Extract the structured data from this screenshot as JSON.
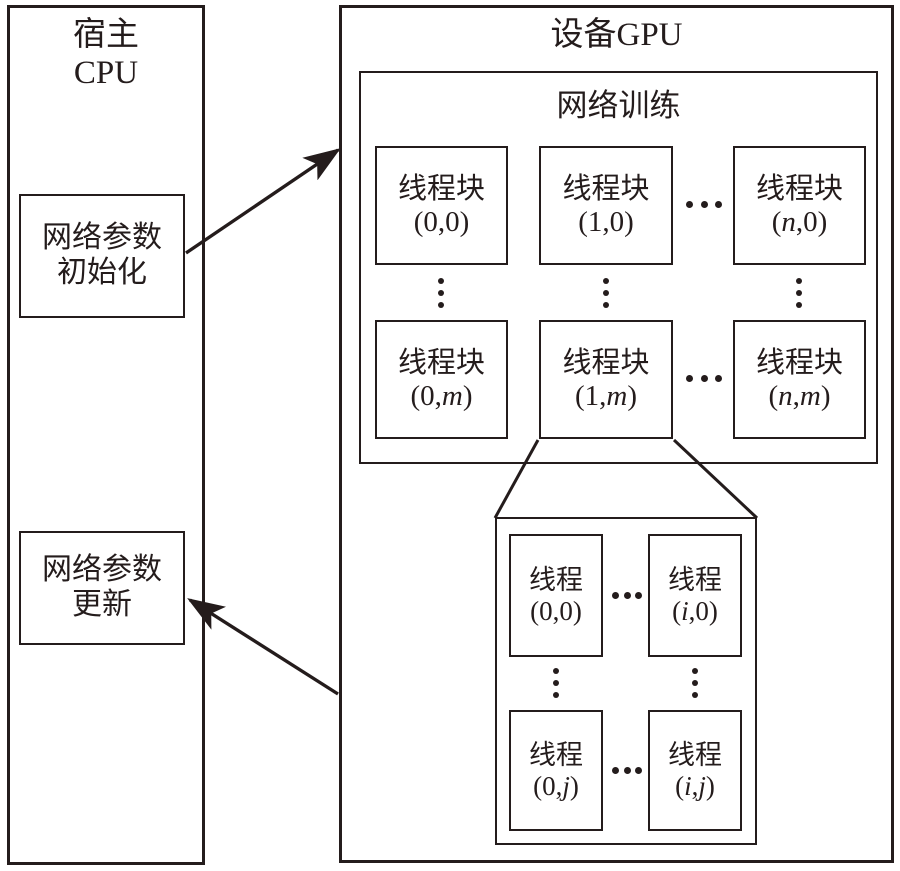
{
  "diagram": {
    "host": {
      "title": "宿主\nCPU",
      "stages": [
        {
          "name": "init",
          "label": "网络参数\n初始化"
        },
        {
          "name": "update",
          "label": "网络参数\n更新"
        }
      ]
    },
    "device": {
      "title": "设备GPU",
      "training": {
        "title": "网络训练",
        "block_label": "线程块",
        "blocks": [
          {
            "row": 0,
            "col": 0,
            "index": "(0,0)",
            "x": "0",
            "y": "0"
          },
          {
            "row": 0,
            "col": 1,
            "index": "(1,0)",
            "x": "1",
            "y": "0"
          },
          {
            "row": 0,
            "col": 2,
            "index": "(n,0)",
            "x": "n",
            "y": "0"
          },
          {
            "row": 1,
            "col": 0,
            "index": "(0,m)",
            "x": "0",
            "y": "m"
          },
          {
            "row": 1,
            "col": 1,
            "index": "(1,m)",
            "x": "1",
            "y": "m"
          },
          {
            "row": 1,
            "col": 2,
            "index": "(n,m)",
            "x": "n",
            "y": "m"
          }
        ]
      },
      "block_detail": {
        "thread_label": "线程",
        "threads": [
          {
            "row": 0,
            "col": 0,
            "index": "(0,0)",
            "x": "0",
            "y": "0"
          },
          {
            "row": 0,
            "col": 1,
            "index": "(i,0)",
            "x": "i",
            "y": "0"
          },
          {
            "row": 1,
            "col": 0,
            "index": "(0,j)",
            "x": "0",
            "y": "j"
          },
          {
            "row": 1,
            "col": 1,
            "index": "(i,j)",
            "x": "i",
            "y": "j"
          }
        ]
      }
    },
    "arrows": [
      {
        "name": "init-to-gpu",
        "from": "网络参数初始化",
        "to": "设备GPU",
        "direction": "right-up"
      },
      {
        "name": "gpu-to-update",
        "from": "设备GPU",
        "to": "网络参数更新",
        "direction": "left-up"
      }
    ],
    "ellipsis": {
      "horizontal": "...",
      "vertical": "⋮"
    },
    "colors": {
      "stroke": "#241c1c",
      "background": "#ffffff"
    }
  }
}
